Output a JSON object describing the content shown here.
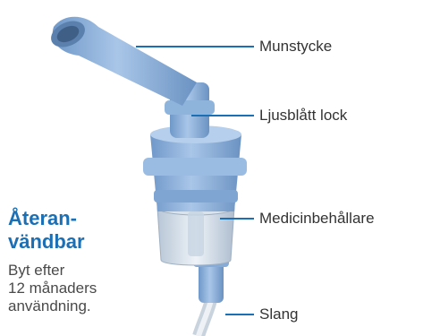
{
  "callouts": {
    "munstycke": "Munstycke",
    "lock": "Ljusblått lock",
    "medicin": "Medicinbehållare",
    "slang": "Slang"
  },
  "side_note": {
    "title_line1": "Återan-",
    "title_line2": "vändbar",
    "body_line1": "Byt efter",
    "body_line2": "12 månaders",
    "body_line3": "användning."
  },
  "colors": {
    "title": "#1a6fb5",
    "leader_line": "#1a6fb5",
    "device_blue": "#8fb4dc"
  }
}
